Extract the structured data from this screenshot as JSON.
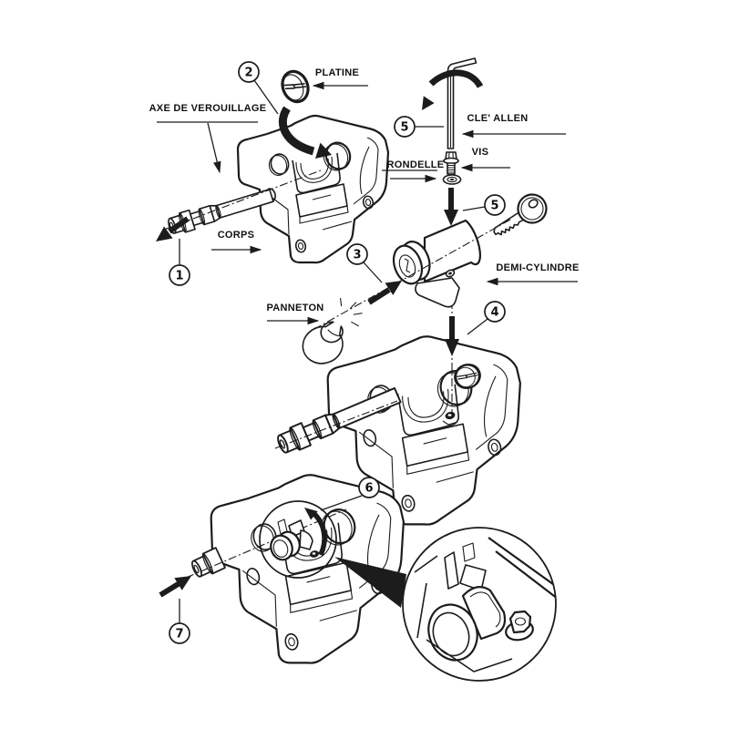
{
  "figure": {
    "background": "#ffffff",
    "ink": "#1c1c1c"
  },
  "labels": {
    "platine": "PLATINE",
    "axe_de_verouillage": "AXE DE VEROUILLAGE",
    "corps": "CORPS",
    "cle_allen": "CLE' ALLEN",
    "vis": "VIS",
    "rondelle": "RONDELLE",
    "demi_cylindre": "DEMI-CYLINDRE",
    "panneton": "PANNETON"
  },
  "balloons": {
    "b1": "1",
    "b2": "2",
    "b3": "3",
    "b4": "4",
    "b5a": "5",
    "b5b": "5",
    "b6": "6",
    "b7": "7"
  }
}
